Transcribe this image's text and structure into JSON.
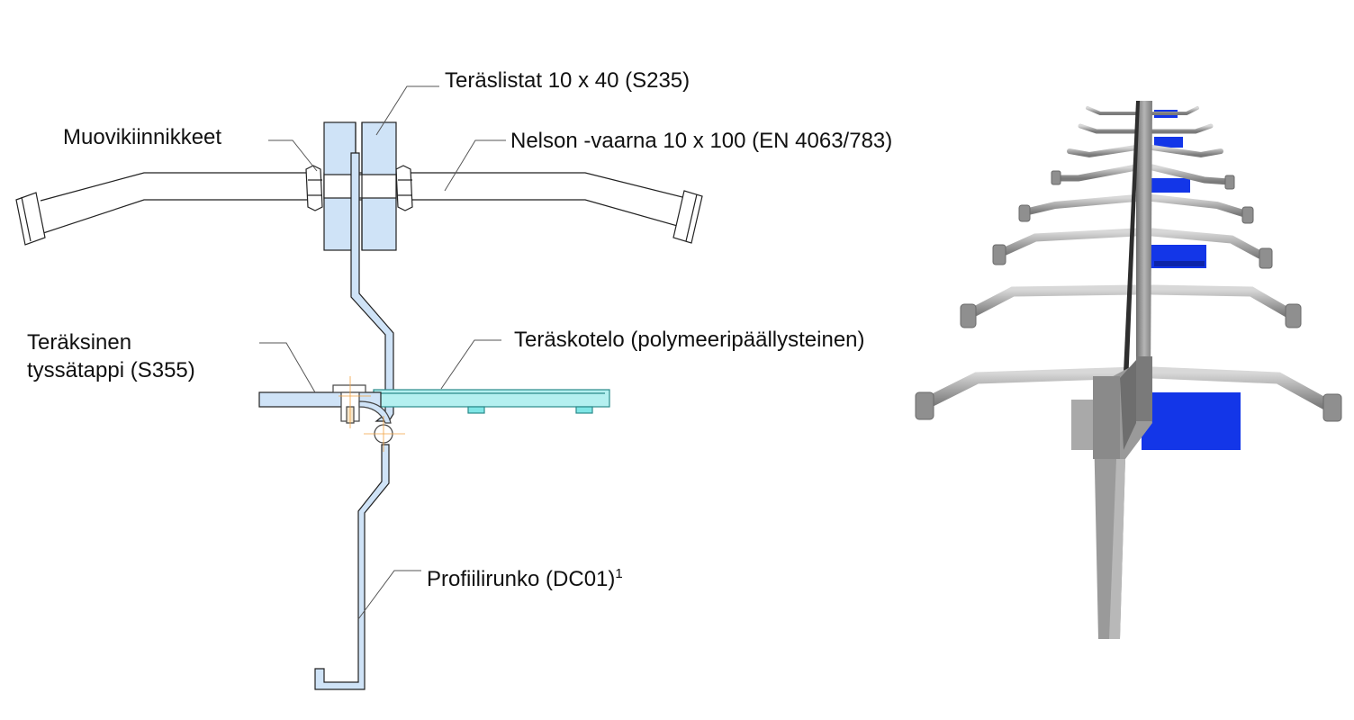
{
  "labels": {
    "steel_strips": "Teräslistat 10 x 40 (S235)",
    "plastic_fasteners": "Muovikiinnikkeet",
    "nelson_stud": "Nelson -vaarna 10 x 100 (EN 4063/783)",
    "steel_pin_line1": "Teräksinen",
    "steel_pin_line2": "tyssätappi (S355)",
    "steel_case": "Teräskotelo (polymeeripäällysteinen)",
    "profile_frame": "Profiilirunko (DC01)",
    "profile_frame_note": "1"
  },
  "colors": {
    "steel_part_fill": "#cfe3f7",
    "case_fill": "#b4f0f0",
    "line": "#222222",
    "leader_line": "#444444",
    "blue_block": "#1336e8",
    "rod_steel": "#a9a9a9",
    "rail_steel": "#8c8c8c"
  }
}
